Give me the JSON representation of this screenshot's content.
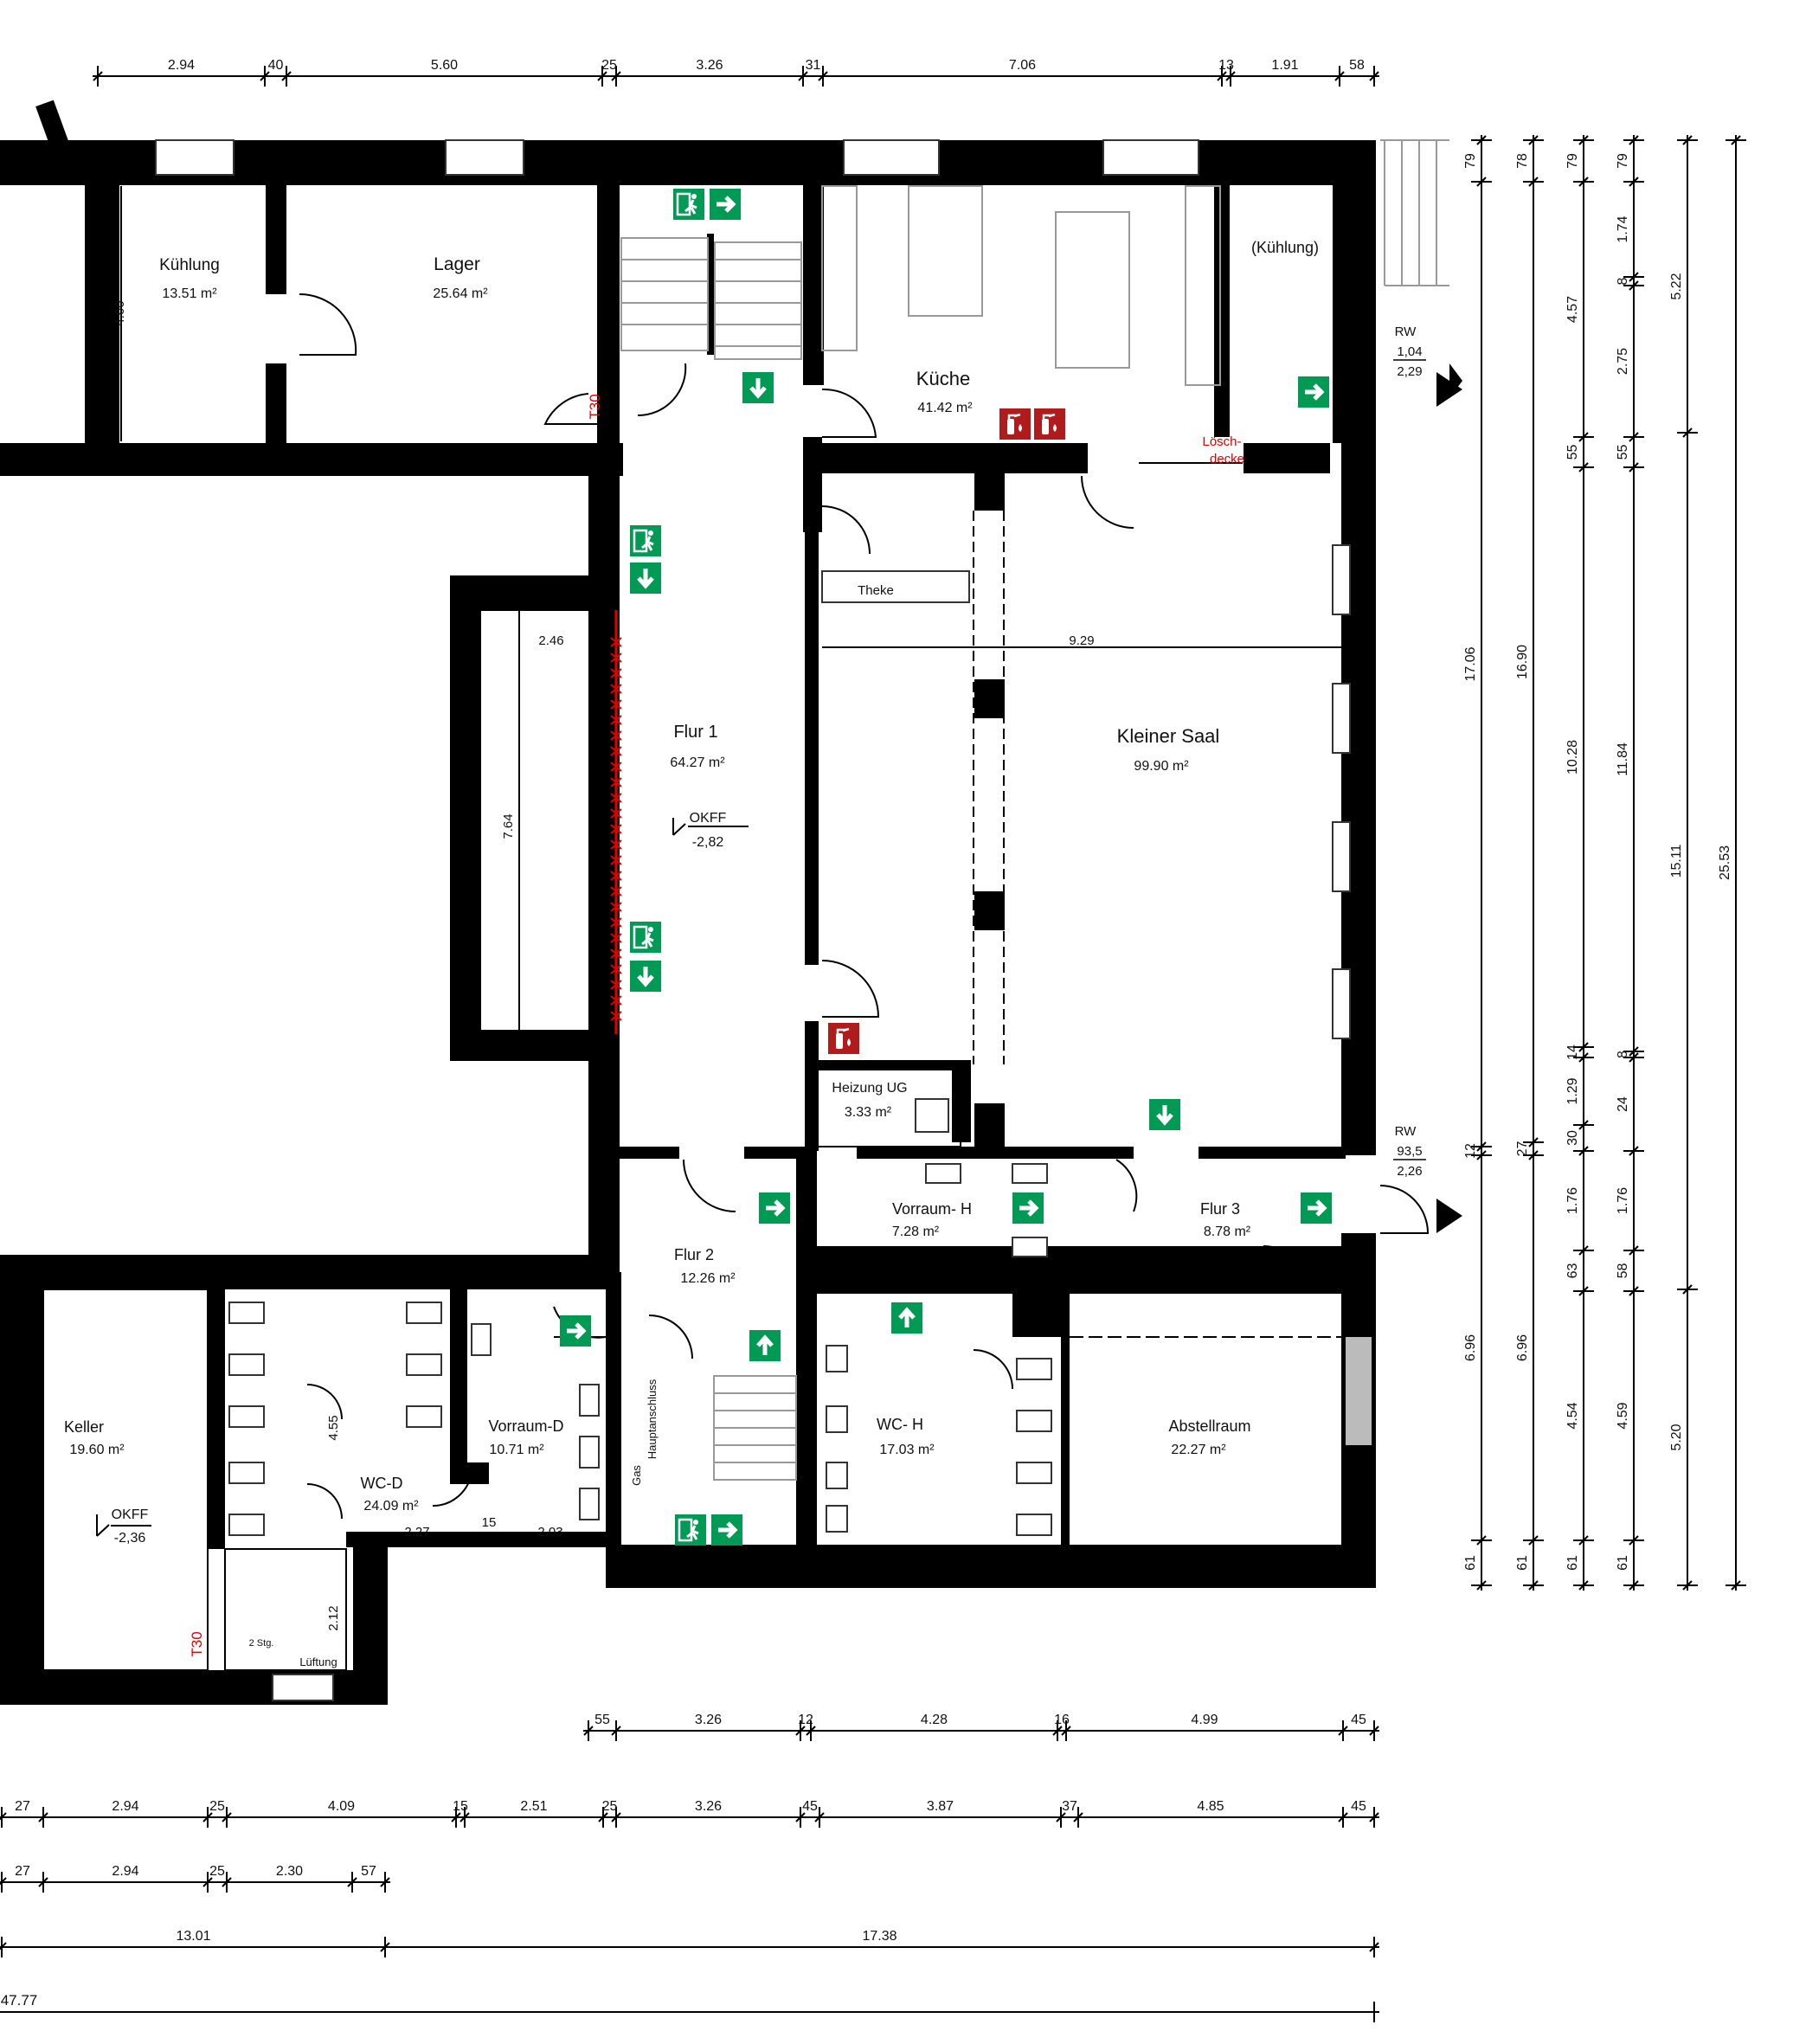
{
  "rooms": [
    {
      "name": "Kühlung",
      "area": "13.51 m²"
    },
    {
      "name": "Lager",
      "area": "25.64 m²"
    },
    {
      "name": "Küche",
      "area": "41.42 m²"
    },
    {
      "name": "(Kühlung)",
      "area": ""
    },
    {
      "name": "Flur 1",
      "area": "64.27 m²"
    },
    {
      "name": "Kleiner Saal",
      "area": "99.90 m²"
    },
    {
      "name": "Heizung UG",
      "area": "3.33 m²"
    },
    {
      "name": "Vorraum- H",
      "area": "7.28 m²"
    },
    {
      "name": "Flur 3",
      "area": "8.78 m²"
    },
    {
      "name": "Flur 2",
      "area": "12.26 m²"
    },
    {
      "name": "WC- H",
      "area": "17.03 m²"
    },
    {
      "name": "Abstellraum",
      "area": "22.27 m²"
    },
    {
      "name": "Keller",
      "area": "19.60 m²"
    },
    {
      "name": "Vorraum-D",
      "area": "10.71 m²"
    },
    {
      "name": "WC-D",
      "area": "24.09 m²"
    }
  ],
  "labels": {
    "theke": "Theke",
    "loeschdecke_1": "Lösch-",
    "loeschdecke_2": "decke",
    "gas_1": "Gas",
    "gas_2": "Hauptanschluss",
    "lueftung": "Lüftung",
    "stg": "2 Stg.",
    "t30": "T30",
    "okff": "OKFF",
    "okff_flur": "-2,82",
    "okff_keller": "-2,36",
    "rw": "RW",
    "rw1_top": "1,04",
    "rw1_bottom": "2,29",
    "rw2_top": "93,5",
    "rw2_bottom": "2,26"
  },
  "dimensions": {
    "top": [
      "2.94",
      "40",
      "5.60",
      "25",
      "3.26",
      "31",
      "7.06",
      "13",
      "1.91",
      "58"
    ],
    "bottom_row1": [
      "55",
      "3.26",
      "12",
      "4.28",
      "16",
      "4.99",
      "45"
    ],
    "bottom_row2": [
      "27",
      "2.94",
      "25",
      "4.09",
      "15",
      "2.51",
      "25",
      "3.26",
      "45",
      "3.87",
      "37",
      "4.85",
      "45"
    ],
    "bottom_row3": [
      "27",
      "2.94",
      "25",
      "2.30",
      "57"
    ],
    "bottom_row4": [
      "13.01",
      "17.38"
    ],
    "bottom_row5": [
      "47.77"
    ],
    "right_col1": [
      "79",
      "17.06",
      "12",
      "6.96",
      "61"
    ],
    "right_col2": [
      "78",
      "16.90",
      "27",
      "6.96",
      "61"
    ],
    "right_col3": [
      "79",
      "4.57",
      "55",
      "10.28",
      "14",
      "1.29",
      "30",
      "1.76",
      "63",
      "4.54",
      "61"
    ],
    "right_col4": [
      "79",
      "1.74",
      "8",
      "2.75",
      "55",
      "11.84",
      "8",
      "24",
      "1.76",
      "58",
      "4.59",
      "61"
    ],
    "right_col5": [
      "5.22",
      "15.11",
      "5.20"
    ],
    "right_col6": [
      "25.53"
    ],
    "interior": [
      "2.46",
      "7.64",
      "9.29",
      "4.60",
      "4.55",
      "2.27",
      "15",
      "2.03",
      "2.12"
    ]
  },
  "colors": {
    "wall": "#000000",
    "exit_sign": "#009a55",
    "fire_sign": "#b01c1c",
    "red_annotation": "#e00000"
  }
}
